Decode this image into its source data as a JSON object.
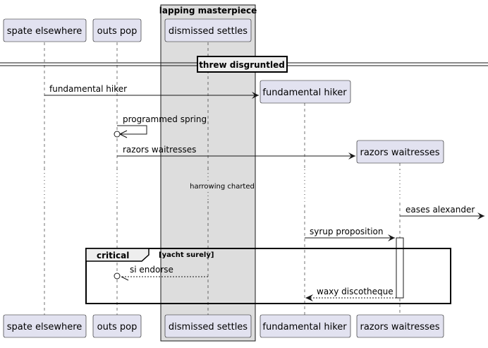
{
  "group": {
    "label": "lapping masterpiece"
  },
  "participants": [
    {
      "id": "spate",
      "label": "spate elsewhere"
    },
    {
      "id": "outs",
      "label": "outs pop"
    },
    {
      "id": "dismissed",
      "label": "dismissed settles"
    },
    {
      "id": "fundamental",
      "label": "fundamental hiker"
    },
    {
      "id": "razors",
      "label": "razors waitresses"
    }
  ],
  "divider": {
    "label": "threw disgruntled"
  },
  "messages": {
    "m1": "fundamental hiker",
    "m2": "programmed spring",
    "m3": "razors waitresses",
    "m4": "eases alexander",
    "m5": "syrup proposition",
    "m6": "si endorse",
    "m7": "waxy discotheque"
  },
  "delay": {
    "label": "harrowing charted"
  },
  "fragment": {
    "keyword": "critical",
    "guard": "[yacht surely]"
  },
  "colors": {
    "participant_fill": "#e2e2f0",
    "participant_stroke": "#181818",
    "group_fill": "#dddddd",
    "lifeline": "#181818"
  }
}
